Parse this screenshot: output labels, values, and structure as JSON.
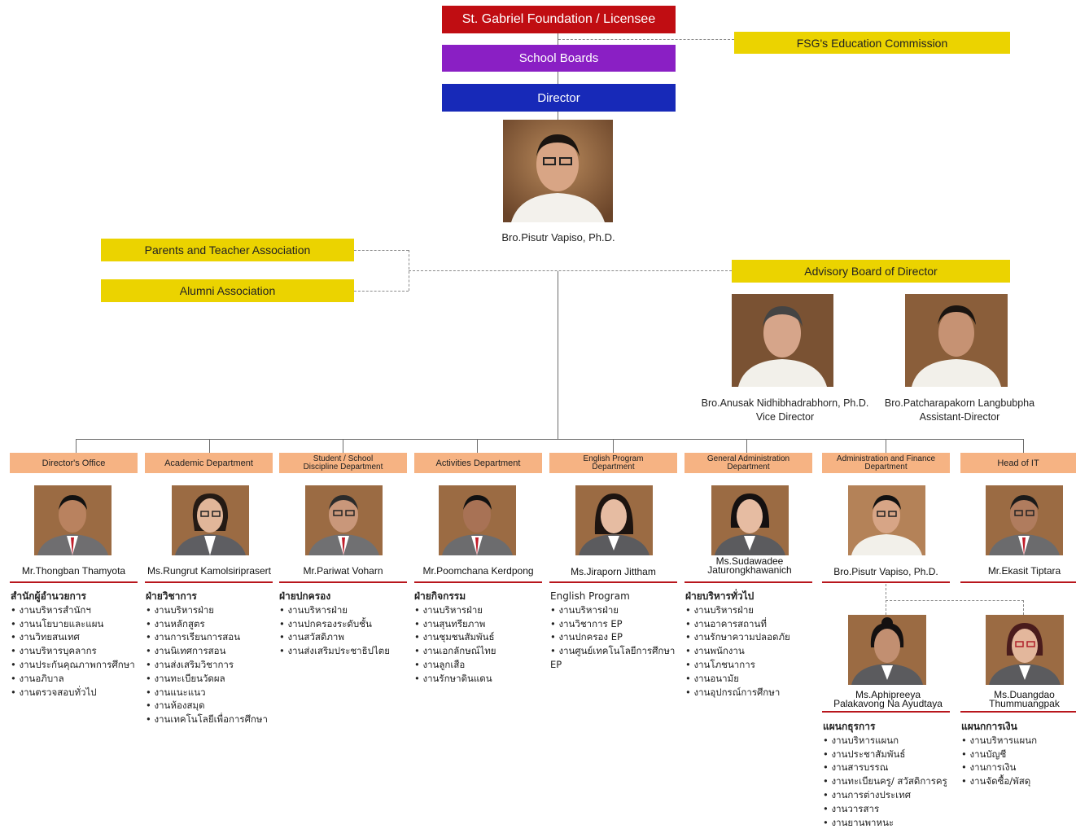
{
  "top": {
    "foundation": "St. Gabriel Foundation / Licensee",
    "commission": "FSG's Education Commission",
    "boards": "School Boards",
    "director": "Director",
    "director_name": "Bro.Pisutr Vapiso, Ph.D."
  },
  "side": {
    "pta": "Parents and Teacher Association",
    "alumni": "Alumni Association",
    "advisory": "Advisory Board of Director",
    "advisor1_name": "Bro.Anusak Nidhibhadrabhorn, Ph.D.",
    "advisor1_role": "Vice Director",
    "advisor2_name": "Bro.Patcharapakorn Langbubpha",
    "advisor2_role": "Assistant-Director"
  },
  "departments": [
    {
      "title": "Director's Office",
      "person": "Mr.Thongban Thamyota",
      "heading": "สำนักผู้อำนวยการ",
      "items": [
        "งานบริหารสำนักฯ",
        "งานนโยบายและแผน",
        "งานวิทยสนเทศ",
        "งานบริหารบุคลากร",
        "งานประกันคุณภาพการศึกษา",
        "งานอภิบาล",
        "งานตรวจสอบทั่วไป"
      ]
    },
    {
      "title": "Academic Department",
      "person": "Ms.Rungrut Kamolsiriprasert",
      "heading": "ฝ่ายวิชาการ",
      "items": [
        "งานบริหารฝ่าย",
        "งานหลักสูตร",
        "งานการเรียนการสอน",
        "งานนิเทศการสอน",
        "งานส่งเสริมวิชาการ",
        "งานทะเบียนวัดผล",
        "งานแนะแนว",
        "งานห้องสมุด",
        "งานเทคโนโลยีเพื่อการศึกษา"
      ]
    },
    {
      "title_line1": "Student / School",
      "title_line2": "Discipline Department",
      "person": "Mr.Pariwat Voharn",
      "heading": "ฝ่ายปกครอง",
      "items": [
        "งานบริหารฝ่าย",
        "งานปกครองระดับชั้น",
        "งานสวัสดิภาพ",
        "งานส่งเสริมประชาธิปไตย"
      ]
    },
    {
      "title": "Activities Department",
      "person": "Mr.Poomchana Kerdpong",
      "heading": "ฝ่ายกิจกรรม",
      "items": [
        "งานบริหารฝ่าย",
        "งานสุนทรียภาพ",
        "งานชุมชนสัมพันธ์",
        "งานเอกลักษณ์ไทย",
        "งานลูกเสือ",
        "งานรักษาดินแดน"
      ]
    },
    {
      "title_line1": "English Program",
      "title_line2": "Department",
      "person": "Ms.Jiraporn Jittham",
      "heading": "English Program",
      "items": [
        "งานบริหารฝ่าย",
        "งานวิชาการ EP",
        "งานปกครอง EP",
        "งานศูนย์เทคโนโลยีการศึกษา EP"
      ]
    },
    {
      "title_line1": "General Administration",
      "title_line2": "Department",
      "person_line1": "Ms.Sudawadee",
      "person_line2": "Jaturongkhawanich",
      "heading": "ฝ่ายบริหารทั่วไป",
      "items": [
        "งานบริหารฝ่าย",
        "งานอาคารสถานที่",
        "งานรักษาความปลอดภัย",
        "งานพนักงาน",
        "งานโภชนาการ",
        "งานอนามัย",
        "งานอุปกรณ์การศึกษา"
      ]
    },
    {
      "title_line1": "Administration and Finance",
      "title_line2": "Department",
      "person": "Bro.Pisutr Vapiso, Ph.D."
    },
    {
      "title": "Head of IT",
      "person": "Mr.Ekasit Tiptara"
    }
  ],
  "sub_units": [
    {
      "person_line1": "Ms.Aphipreeya",
      "person_line2": "Palakavong Na Ayudtaya",
      "heading": "แผนกธุรการ",
      "items": [
        "งานบริหารแผนก",
        "งานประชาสัมพันธ์",
        "งานสารบรรณ",
        "งานทะเบียนครู/ สวัสดิการครู",
        "งานการต่างประเทศ",
        "งานวารสาร",
        "งานยานพาหนะ"
      ]
    },
    {
      "person_line1": "Ms.Duangdao",
      "person_line2": "Thummuangpak",
      "heading": "แผนกการเงิน",
      "items": [
        "งานบริหารแผนก",
        "งานบัญชี",
        "งานการเงิน",
        "งานจัดซื้อ/พัสดุ"
      ]
    }
  ],
  "colors": {
    "foundation": "#c00d12",
    "boards": "#8a1fc4",
    "director": "#1729b8",
    "yellow": "#ebd300",
    "department": "#f6b383",
    "underline": "#b8161c"
  }
}
